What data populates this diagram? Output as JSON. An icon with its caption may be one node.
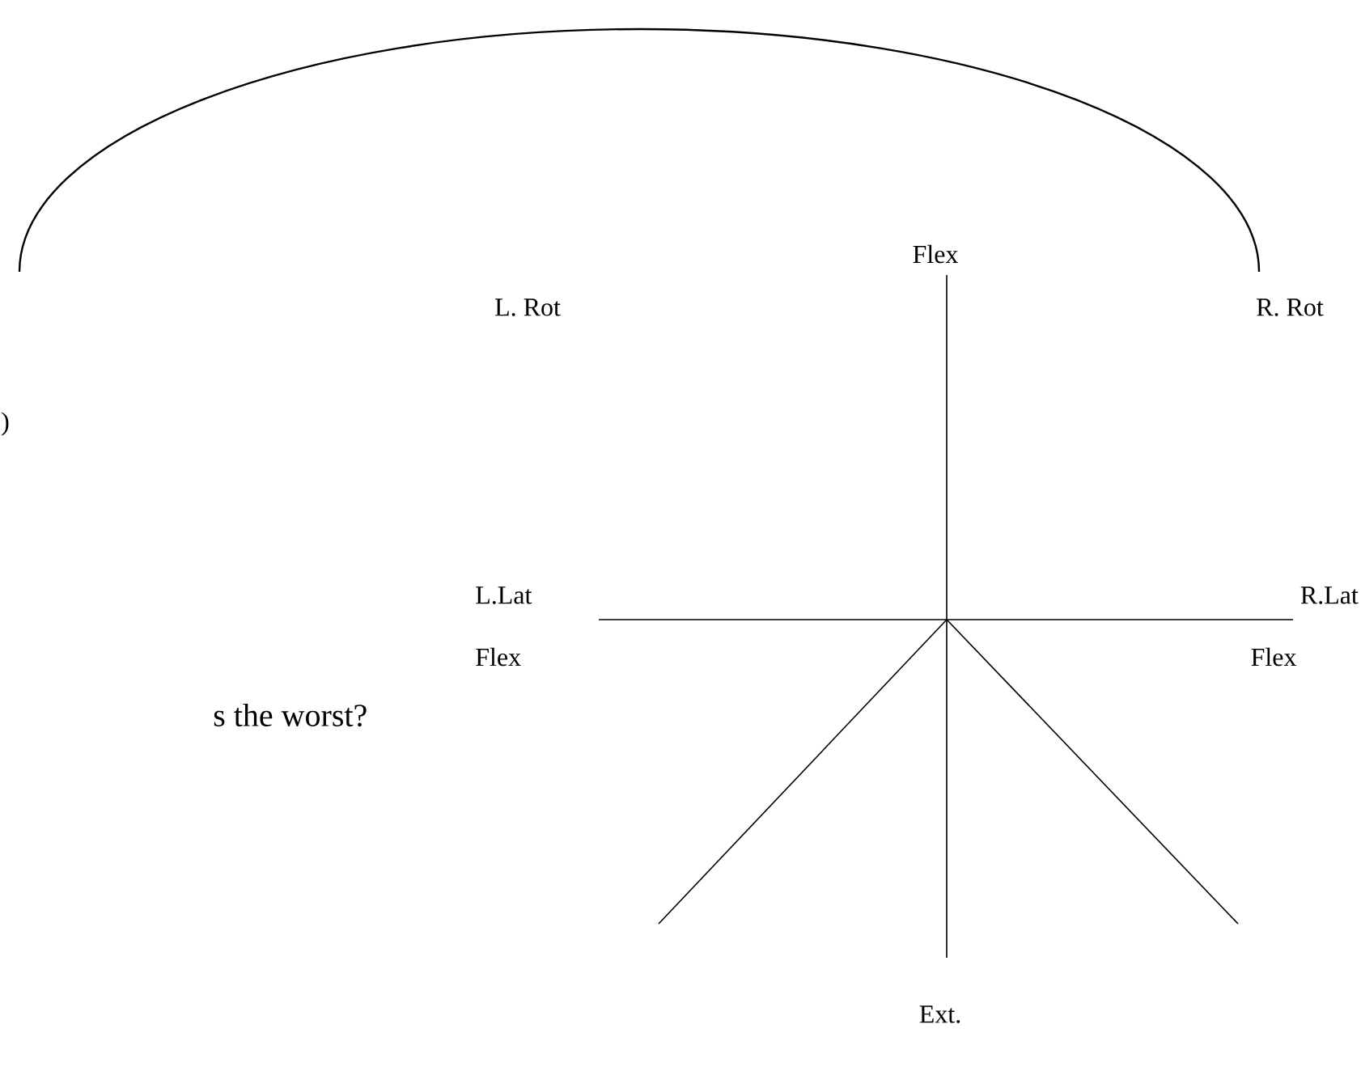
{
  "diagram": {
    "labels": [
      "Flex",
      "L. Rot",
      "R. Rot",
      ")",
      "L.Lat",
      "R.Lat",
      "Flex",
      "Flex",
      "s the worst?",
      "Ext."
    ]
  }
}
